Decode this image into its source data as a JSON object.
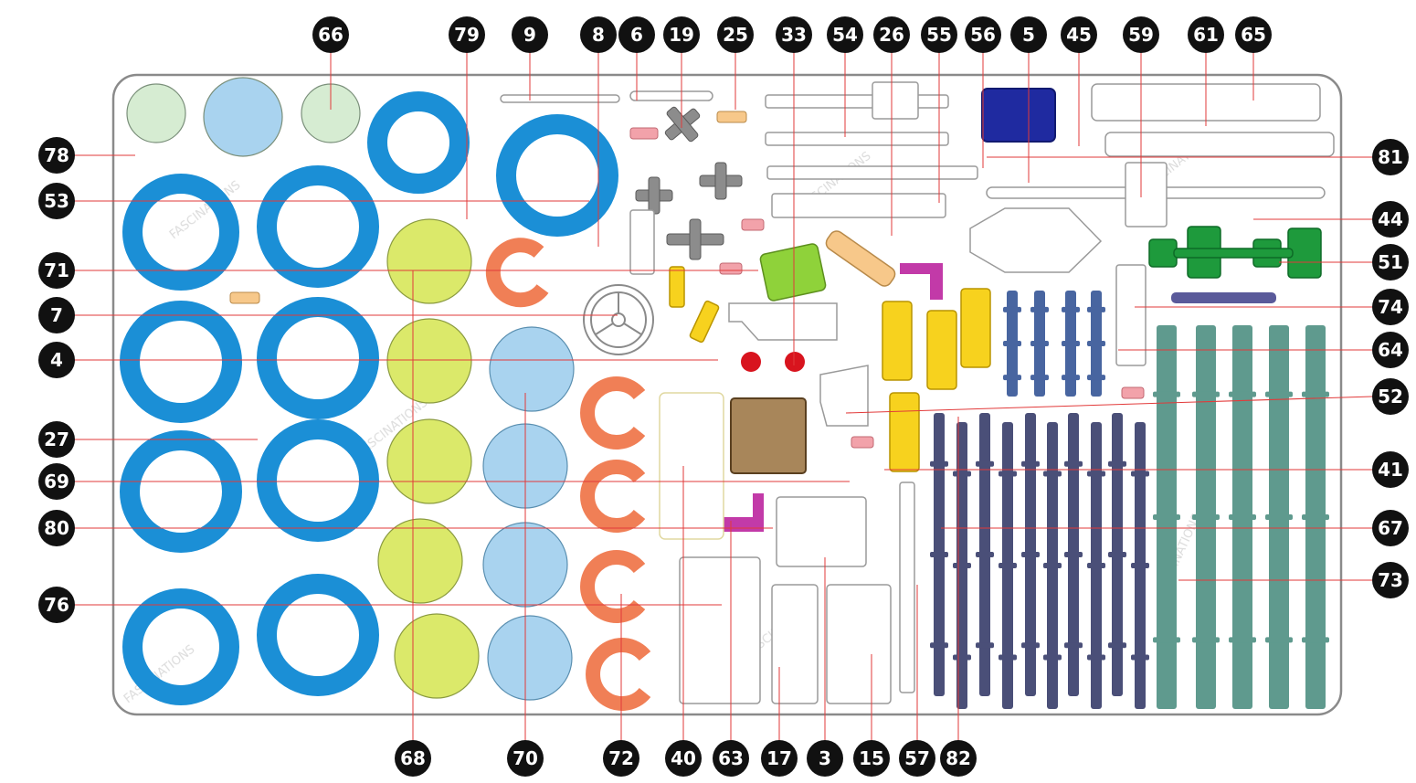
{
  "colors": {
    "board_fill": "#ffffff",
    "board_stroke": "#8a8a8a",
    "ring_blue": "#1b8fd6",
    "disc_green": "#dbe96a",
    "disc_lightblue": "#a9d3ef",
    "disc_mint": "#d6ecd2",
    "c_orange": "#f07f56",
    "yellow": "#f7d21e",
    "navy_rod": "#4a4f78",
    "teal_rod": "#5f9a8e",
    "mid_blue_rod": "#4865a0",
    "dark_blue_motor": "#1f2aa0",
    "green_gear": "#1e9a3c",
    "lime_block": "#8fd23a",
    "brown_block": "#a8865a",
    "magenta": "#c23aa8",
    "red_part": "#d8141e",
    "pink_part": "#f2a2aa",
    "peach_part": "#f7c88a",
    "grey_part": "#8c8c8c",
    "badge": "#111111",
    "leader_line": "#e23a3a"
  },
  "watermark": "FASCINATIONS",
  "labels": {
    "top": [
      "66",
      "79",
      "9",
      "8",
      "6",
      "19",
      "25",
      "33",
      "54",
      "26",
      "55",
      "56",
      "5",
      "45",
      "59",
      "61",
      "65"
    ],
    "left": [
      "78",
      "53",
      "71",
      "7",
      "4",
      "27",
      "69",
      "80",
      "76"
    ],
    "right": [
      "81",
      "44",
      "51",
      "74",
      "64",
      "52",
      "41",
      "67",
      "73"
    ],
    "bottom": [
      "68",
      "70",
      "72",
      "40",
      "63",
      "17",
      "3",
      "15",
      "57",
      "82"
    ]
  }
}
